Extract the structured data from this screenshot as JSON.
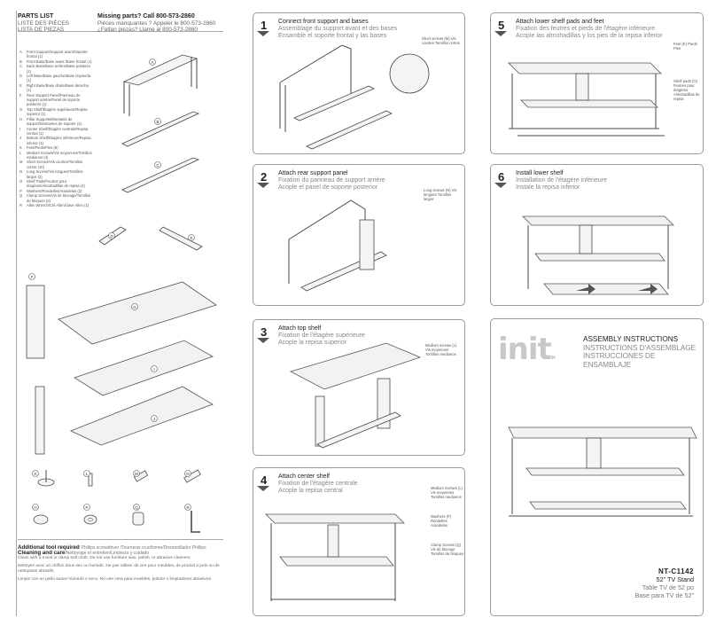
{
  "parts_list": {
    "title_en": "PARTS LIST",
    "title_fr": "LISTE DES PIÈCES",
    "title_es": "LISTA DE PIEZAS",
    "missing_en": "Missing parts? Call 800-573-2860",
    "missing_fr": "Pièces manquantes ? Appeler le 800-573-2860",
    "missing_es": "¿Faltan piezas? Llame al 800-573-2860",
    "items": [
      {
        "key": "A",
        "text": "Front Support/Support avant/Soporte frontal (1)"
      },
      {
        "key": "B",
        "text": "Front Base/Base avant /Base frontal (1)"
      },
      {
        "key": "C",
        "text": "Back Base/Base arrière/Base posterior (1)"
      },
      {
        "key": "D",
        "text": "Left Base/Base gauche/Base izquierda (1)"
      },
      {
        "key": "E",
        "text": "Right Base/Base droite/Base derecha (1)"
      },
      {
        "key": "F",
        "text": "Rear Support Panel/Panneau de support arrière/Panel de soporte posterior (1)"
      },
      {
        "key": "G",
        "text": "Top Shelf/Étagère supérieure/Repisa superior (1)"
      },
      {
        "key": "H",
        "text": "Pillar Supports/Montants de support/Montantes de soporte (2)"
      },
      {
        "key": "I",
        "text": "Center Shelf/Étagère centrale/Repisa central (1)"
      },
      {
        "key": "J",
        "text": "Bottom Shelf/Étagère inférieure/Repisa inferior (1)"
      },
      {
        "key": "K",
        "text": "Feet/Pieds/Pies (8)"
      },
      {
        "key": "L",
        "text": "Medium Screws/Vis moyennes/Tornillos medianos (4)"
      },
      {
        "key": "M",
        "text": "Short Screws/Vis courtes/Tornillos cortos (10)"
      },
      {
        "key": "N",
        "text": "Long Screws/Vis longues/Tornillos largos (2)"
      },
      {
        "key": "O",
        "text": "Shelf Pads/Feutres pour étagères/Almohadillas de repisa (4)"
      },
      {
        "key": "P",
        "text": "Washers/Rondelles/Arandelas (2)"
      },
      {
        "key": "Q",
        "text": "Clamp Screws/Vis de blocage/Tornillos de bloqueo (2)"
      },
      {
        "key": "R",
        "text": "Allen Wrench/Clé Allen/Llave Allen (1)"
      }
    ],
    "additional_tool_title": "Additional tool required",
    "additional_tool_text": "Phillips screwdriver /Tournevis cruciforme/Destornillador Phillips",
    "care_title": "Cleaning and care",
    "care_title_alt": "/Nettoyage et entretien/Limpieza y cuidado",
    "care_en": "Clean with a moist or damp soft cloth. Do not use furniture wax, polish, or abrasive cleaners.",
    "care_fr": "Nettoyez avec un chiffon doux sec ou humide. Ne pas utiliser de cire pour meubles, de produit à polir ou de nettoyants abrasifs.",
    "care_es": "Limpie con un paño suave húmedo o seco. No use cera para muebles, pulidor o limpiadores abrasivos.",
    "letters": [
      "A",
      "B",
      "C",
      "D",
      "E",
      "F",
      "G",
      "I",
      "J",
      "K",
      "L",
      "M",
      "N",
      "O",
      "P",
      "Q",
      "R"
    ]
  },
  "steps": [
    {
      "num": "1",
      "en": "Connect front support and bases",
      "fr": "Assemblage du support avant et des bases",
      "es": "Ensamble el soporte frontal y las bases",
      "hardware": "Short screws (M) Vis courtes Tornillos cortos"
    },
    {
      "num": "2",
      "en": "Attach rear support panel",
      "fr": "Fixation du panneau de support arrière",
      "es": "Acople el panel de soporte posterior",
      "hardware": "Long screws (N) Vis longues Tornillos largos"
    },
    {
      "num": "3",
      "en": "Attach top shelf",
      "fr": "Fixation de l'étagère supérieure",
      "es": "Acople la repisa superior",
      "hardware": "Medium screws (L) Vis moyennes Tornillos medianos"
    },
    {
      "num": "4",
      "en": "Attach center shelf",
      "fr": "Fixation de l'étagère centrale",
      "es": "Acople la repisa central",
      "hardware_1": "Medium Screws (L) Vis moyennes Tornillos medianos",
      "hardware_2": "Washers (P) Rondelles Arandelas",
      "hardware_3": "Clamp Screws (Q) Vis de blocage Tornillos de bloqueo"
    },
    {
      "num": "5",
      "en": "Attach lower shelf pads and feet",
      "fr": "Fixation des feutres et pieds de l'étagère inférieure",
      "es": "Acople las almohadillas y los pies de la repisa inferior",
      "hardware_1": "Feet (K) Pieds Pies",
      "hardware_2": "Shelf pads (O) Feutres pour étagères Almohadillas de repisa"
    },
    {
      "num": "6",
      "en": "Install lower shelf",
      "fr": "Installation de l'étagère inférieure",
      "es": "Instale la repisa inferior"
    }
  ],
  "cover": {
    "logo": "init",
    "tm": "TM",
    "assembly_en": "ASSEMBLY INSTRUCTIONS",
    "assembly_fr": "INSTRUCTIONS D'ASSEMBLAGE",
    "assembly_es": "INSTRUCCIONES DE ENSAMBLAJE",
    "model": "NT-C1142",
    "size_en": "52\" TV Stand",
    "size_fr": "Table TV de 52 po",
    "size_es": "Base para TV de 52\""
  }
}
